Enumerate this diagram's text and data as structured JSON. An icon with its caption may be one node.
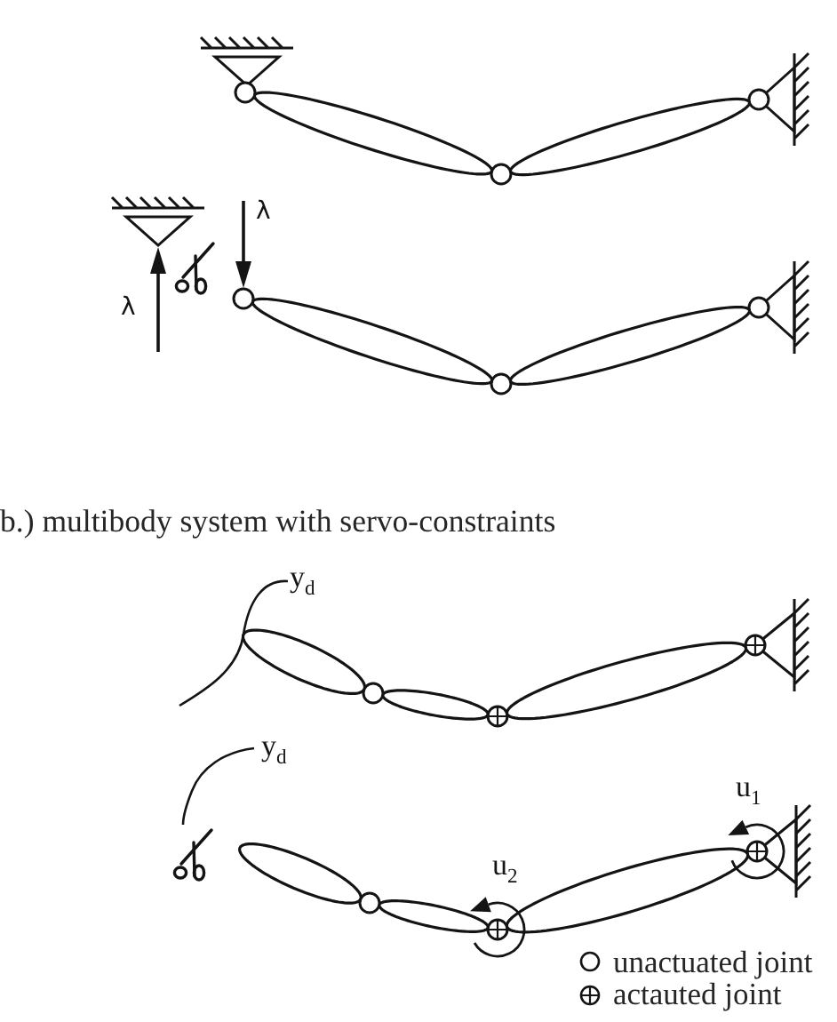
{
  "diagram": {
    "nodes": [
      {
        "text": [],
        "shape": "ellipse"
      },
      {
        "text": [],
        "shape": "ellipse"
      },
      {
        "text": [],
        "shape": "ellipse"
      },
      {
        "text": [],
        "shape": "ellipse"
      },
      {
        "text": [],
        "shape": "ellipse"
      },
      {
        "text": [],
        "shape": "ellipse"
      },
      {
        "text": [],
        "shape": "ellipse"
      },
      {
        "text": [],
        "shape": "ellipse"
      },
      {
        "text": [],
        "shape": "ellipse"
      },
      {
        "text": [],
        "shape": "ellipse"
      }
    ],
    "labels": [
      "λ",
      "λ",
      "b.) multibody system with servo-constraints",
      "y$_{d}$",
      "y$_{d}$",
      "u$_{1}$",
      "u$_{2}$"
    ],
    "legend": [
      {
        "text": "unactuated joint"
      },
      {
        "text": "actauted joint"
      }
    ]
  }
}
